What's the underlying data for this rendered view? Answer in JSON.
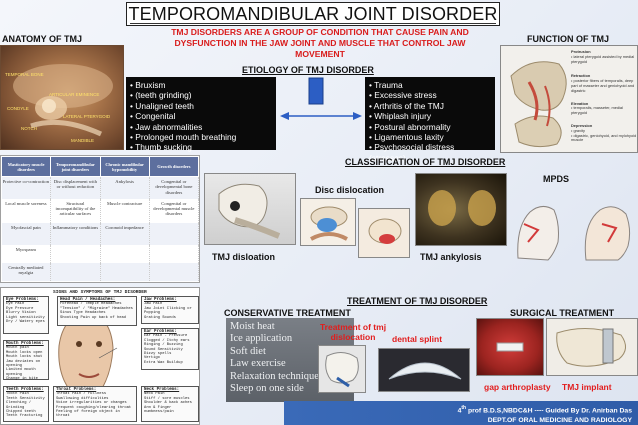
{
  "title": "TEMPOROMANDIBULAR JOINT DISORDER",
  "definition": "TMJ  DISORDERS ARE A GROUP OF CONDITION THAT CAUSE PAIN AND DYSFUNCTION IN THE JAW JOINT AND MUSCLE THAT CONTROL JAW MOVEMENT",
  "anatomy": {
    "heading": "ANATOMY OF TMJ",
    "labels": [
      "TEMPORAL BONE",
      "ARTICULAR EMINENCE",
      "CONDYLE",
      "LATERAL PTERYGOID",
      "NOTCH",
      "MANDIBLE"
    ]
  },
  "function": {
    "heading": "FUNCTION OF TMJ",
    "notes": [
      "Protrusion",
      "• lateral pterygoid assisted by medial pterygoid",
      "Retraction",
      "• posterior fibers of temporalis, deep part of masseter and geniohyoid and digastric",
      "Elevation",
      "• temporalis, masseter, medial pterygoid",
      "Depression",
      "• gravity",
      "• digastric, geniohyoid, and mylohyoid muscle"
    ]
  },
  "etiology": {
    "heading": "ETIOLOGY OF TMJ DISORDER",
    "left": [
      "Bruxism",
      "(teeth grinding)",
      "Unaligned teeth",
      "Congenital",
      "Jaw abnormalities",
      "Prolonged mouth breathing",
      "Thumb sucking"
    ],
    "right": [
      "Trauma",
      "Excessive stress",
      "Arthritis of the TMJ",
      "Whiplash injury",
      "Postural abnormality",
      "Ligamentous laxity",
      "Psychosocial distress (stresses)"
    ]
  },
  "classification": {
    "heading": "CLASSIFICATION OF TMJ DISORDER",
    "table_headers": [
      "Masticatory muscle disorders",
      "Temporomandibular joint disorders",
      "Chronic mandibular hypomobility",
      "Growth disorders"
    ],
    "table_rows": [
      [
        "Protective co-contraction",
        "Disc displacement with or without reduction",
        "Ankylosis",
        "Congenital or developmental bone disorders"
      ],
      [
        "Local muscle soreness",
        "Structural incompatibility of the articular surfaces",
        "Muscle contracture",
        "Congenital or developmental muscle disorders"
      ],
      [
        "Myofascial pain",
        "Inflammatory conditions",
        "Coronoid impedance",
        ""
      ],
      [
        "Myospasm",
        "",
        "",
        ""
      ],
      [
        "Centrally mediated myalgia",
        "",
        "",
        ""
      ]
    ],
    "labels": {
      "dislocation": "TMJ disloation",
      "disc": "Disc dislocation",
      "ankylosis": "TMJ ankylosis",
      "mpds": "MPDS"
    }
  },
  "signs": {
    "heading": "SIGNS AND SYMPTOMS OF TMJ DISORDER",
    "boxes": [
      {
        "title": "Eye Problems:",
        "items": [
          "Eye Pain",
          "Eye Pressure",
          "Blurry Vision",
          "Light sensitivity",
          "Dry / Watery eyes"
        ]
      },
      {
        "title": "Head Pain / Headaches:",
        "items": [
          "Forehead / Temple Headaches",
          "\"Tension\" / \"Migraine\" Headaches",
          "Sinus Type Headaches",
          "Shooting Pain up back of head"
        ]
      },
      {
        "title": "Jaw Problems:",
        "items": [
          "Jaw Pain",
          "Jaw Joint Clicking or Popping",
          "Grating Sounds"
        ]
      },
      {
        "title": "Ear Problems:",
        "items": [
          "Ear Pain - Pressure",
          "Clogged / Itchy ears",
          "Ringing / Buzzing",
          "Sound Sensitivity",
          "Dizzy spells",
          "Vertigo",
          "Extra Wax Buildup"
        ]
      },
      {
        "title": "Mouth Problems:",
        "items": [
          "Mouth pain",
          "Mouth locks open",
          "Mouth locks shut",
          "Jaw deviates on opening",
          "Limited mouth opening",
          "Change in bite"
        ]
      },
      {
        "title": "Teeth Problems:",
        "items": [
          "Tooth Pain",
          "Teeth Sensitivity",
          "Clenching / Grinding",
          "Chipped teeth",
          "Teeth fracturing"
        ]
      },
      {
        "title": "Throat Problems:",
        "items": [
          "Throat Pain / Fullness",
          "Swallowing difficulties",
          "Voice irregularities or changes",
          "Frequent coughing/clearing throat",
          "Feeling of foreign object in throat"
        ]
      },
      {
        "title": "Neck Problems:",
        "items": [
          "Neck Pain",
          "Stiff / sore muscles",
          "Shoulder & back aches",
          "Arm & Finger numbness/pain"
        ]
      }
    ]
  },
  "treatment": {
    "heading": "TREATMENT OF TMJ DISORDER",
    "conservative": {
      "heading": "CONSERVATIVE TREATMENT",
      "items": [
        "Moist heat",
        "Ice application",
        "Soft diet",
        "Law exercise",
        "Relaxation techniques",
        "Sleep on one side"
      ],
      "dislocation_label": "Treatment of tmj dislocation",
      "splint_label": "dental splint"
    },
    "surgical": {
      "heading": "SURGICAL TREATMENT",
      "gap_label": "gap arthroplasty",
      "implant_label": "TMJ implant"
    }
  },
  "footer": {
    "line1_sup": "th",
    "line1_pre": "4",
    "line1_post": " prof B.D.S,NBDC&H ---- Guided By Dr. Anirban Das",
    "line2": "DEPT.OF ORAL MEDICINE AND RADIOLOGY"
  },
  "colors": {
    "accent_red": "#d91c1c",
    "footer_blue": "#2f5ca8",
    "arrow_blue": "#2c5ec4",
    "table_header": "#5d6f9e"
  }
}
